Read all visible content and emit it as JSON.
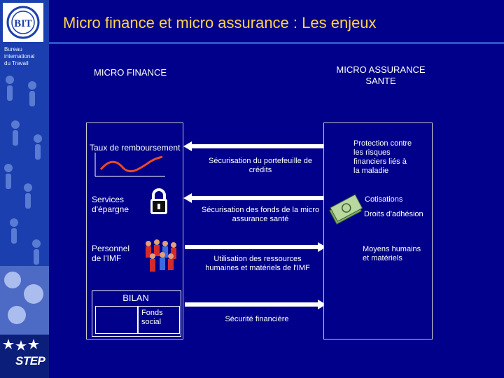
{
  "header": {
    "title": "Micro finance et micro assurance : Les enjeux"
  },
  "sidebar": {
    "org_lines": [
      "Bureau",
      "international",
      "du Travail"
    ],
    "logo_text": "BIT",
    "program_logo": "STEP"
  },
  "columns": {
    "micro_finance": "MICRO FINANCE",
    "micro_assurance": [
      "MICRO ASSURANCE",
      "SANTE"
    ]
  },
  "left_panel": {
    "repayment_label": "Taux de remboursement",
    "savings_label": [
      "Services",
      "d'épargne"
    ],
    "staff_label": [
      "Personnel",
      "de l'IMF"
    ],
    "bilan_label": "BILAN",
    "funds_label": [
      "Fonds",
      "social"
    ]
  },
  "arrows": [
    {
      "label": [
        "Sécurisation du portefeuille de",
        "crédits"
      ],
      "direction": "left"
    },
    {
      "label": [
        "Sécurisation des fonds de la micro",
        "assurance santé"
      ],
      "direction": "left"
    },
    {
      "label": [
        "Utilisation des ressources",
        "humaines et matériels de l'IMF"
      ],
      "direction": "right"
    },
    {
      "label": [
        "Sécurité financière"
      ],
      "direction": "right"
    }
  ],
  "right_panel": {
    "protection": [
      "Protection contre",
      "les risques",
      "financiers liés à",
      "la maladie"
    ],
    "cotisations": "Cotisations",
    "droits": "Droits d'adhésion",
    "moyens": [
      "Moyens humains",
      "et matériels"
    ]
  },
  "colors": {
    "background": "#00008a",
    "title": "#ffd447",
    "sidebar": "#1b3fae",
    "trend": "#e84a2a"
  }
}
